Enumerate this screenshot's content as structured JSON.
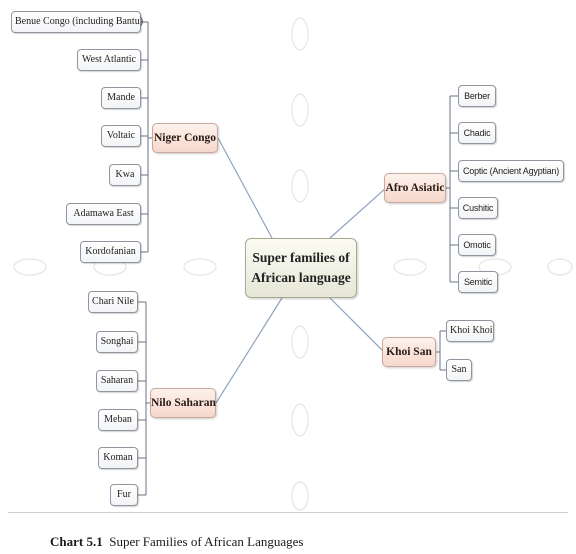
{
  "central": {
    "line1": "Super families of",
    "line2": "African language"
  },
  "groups": {
    "niger_congo": {
      "label": "Niger Congo",
      "items": [
        "Benue Congo (including Bantu)",
        "West Atlantic",
        "Mande",
        "Voltaic",
        "Kwa",
        "Adamawa East",
        "Kordofanian"
      ]
    },
    "nilo_saharan": {
      "label": "Nilo Saharan",
      "items": [
        "Chari Nile",
        "Songhai",
        "Saharan",
        "Meban",
        "Koman",
        "Fur"
      ]
    },
    "afro_asiatic": {
      "label": "Afro Asiatic",
      "items": [
        "Berber",
        "Chadic",
        "Coptic (Ancient Agyptian)",
        "Cushitic",
        "Omotic",
        "Semitic"
      ]
    },
    "khoi_san": {
      "label": "Khoi San",
      "items": [
        "Khoi Khoi",
        "San"
      ]
    }
  },
  "caption": {
    "number": "Chart 5.1",
    "text": "Super Families of African Languages"
  },
  "colors": {
    "connector": "#8fa3bf",
    "bracket": "#6b7280",
    "group_fill": "#f6d8cc",
    "group_border": "#c9a89c",
    "central_fill": "#e6e7d7",
    "leaf_border": "#8f96a0"
  }
}
